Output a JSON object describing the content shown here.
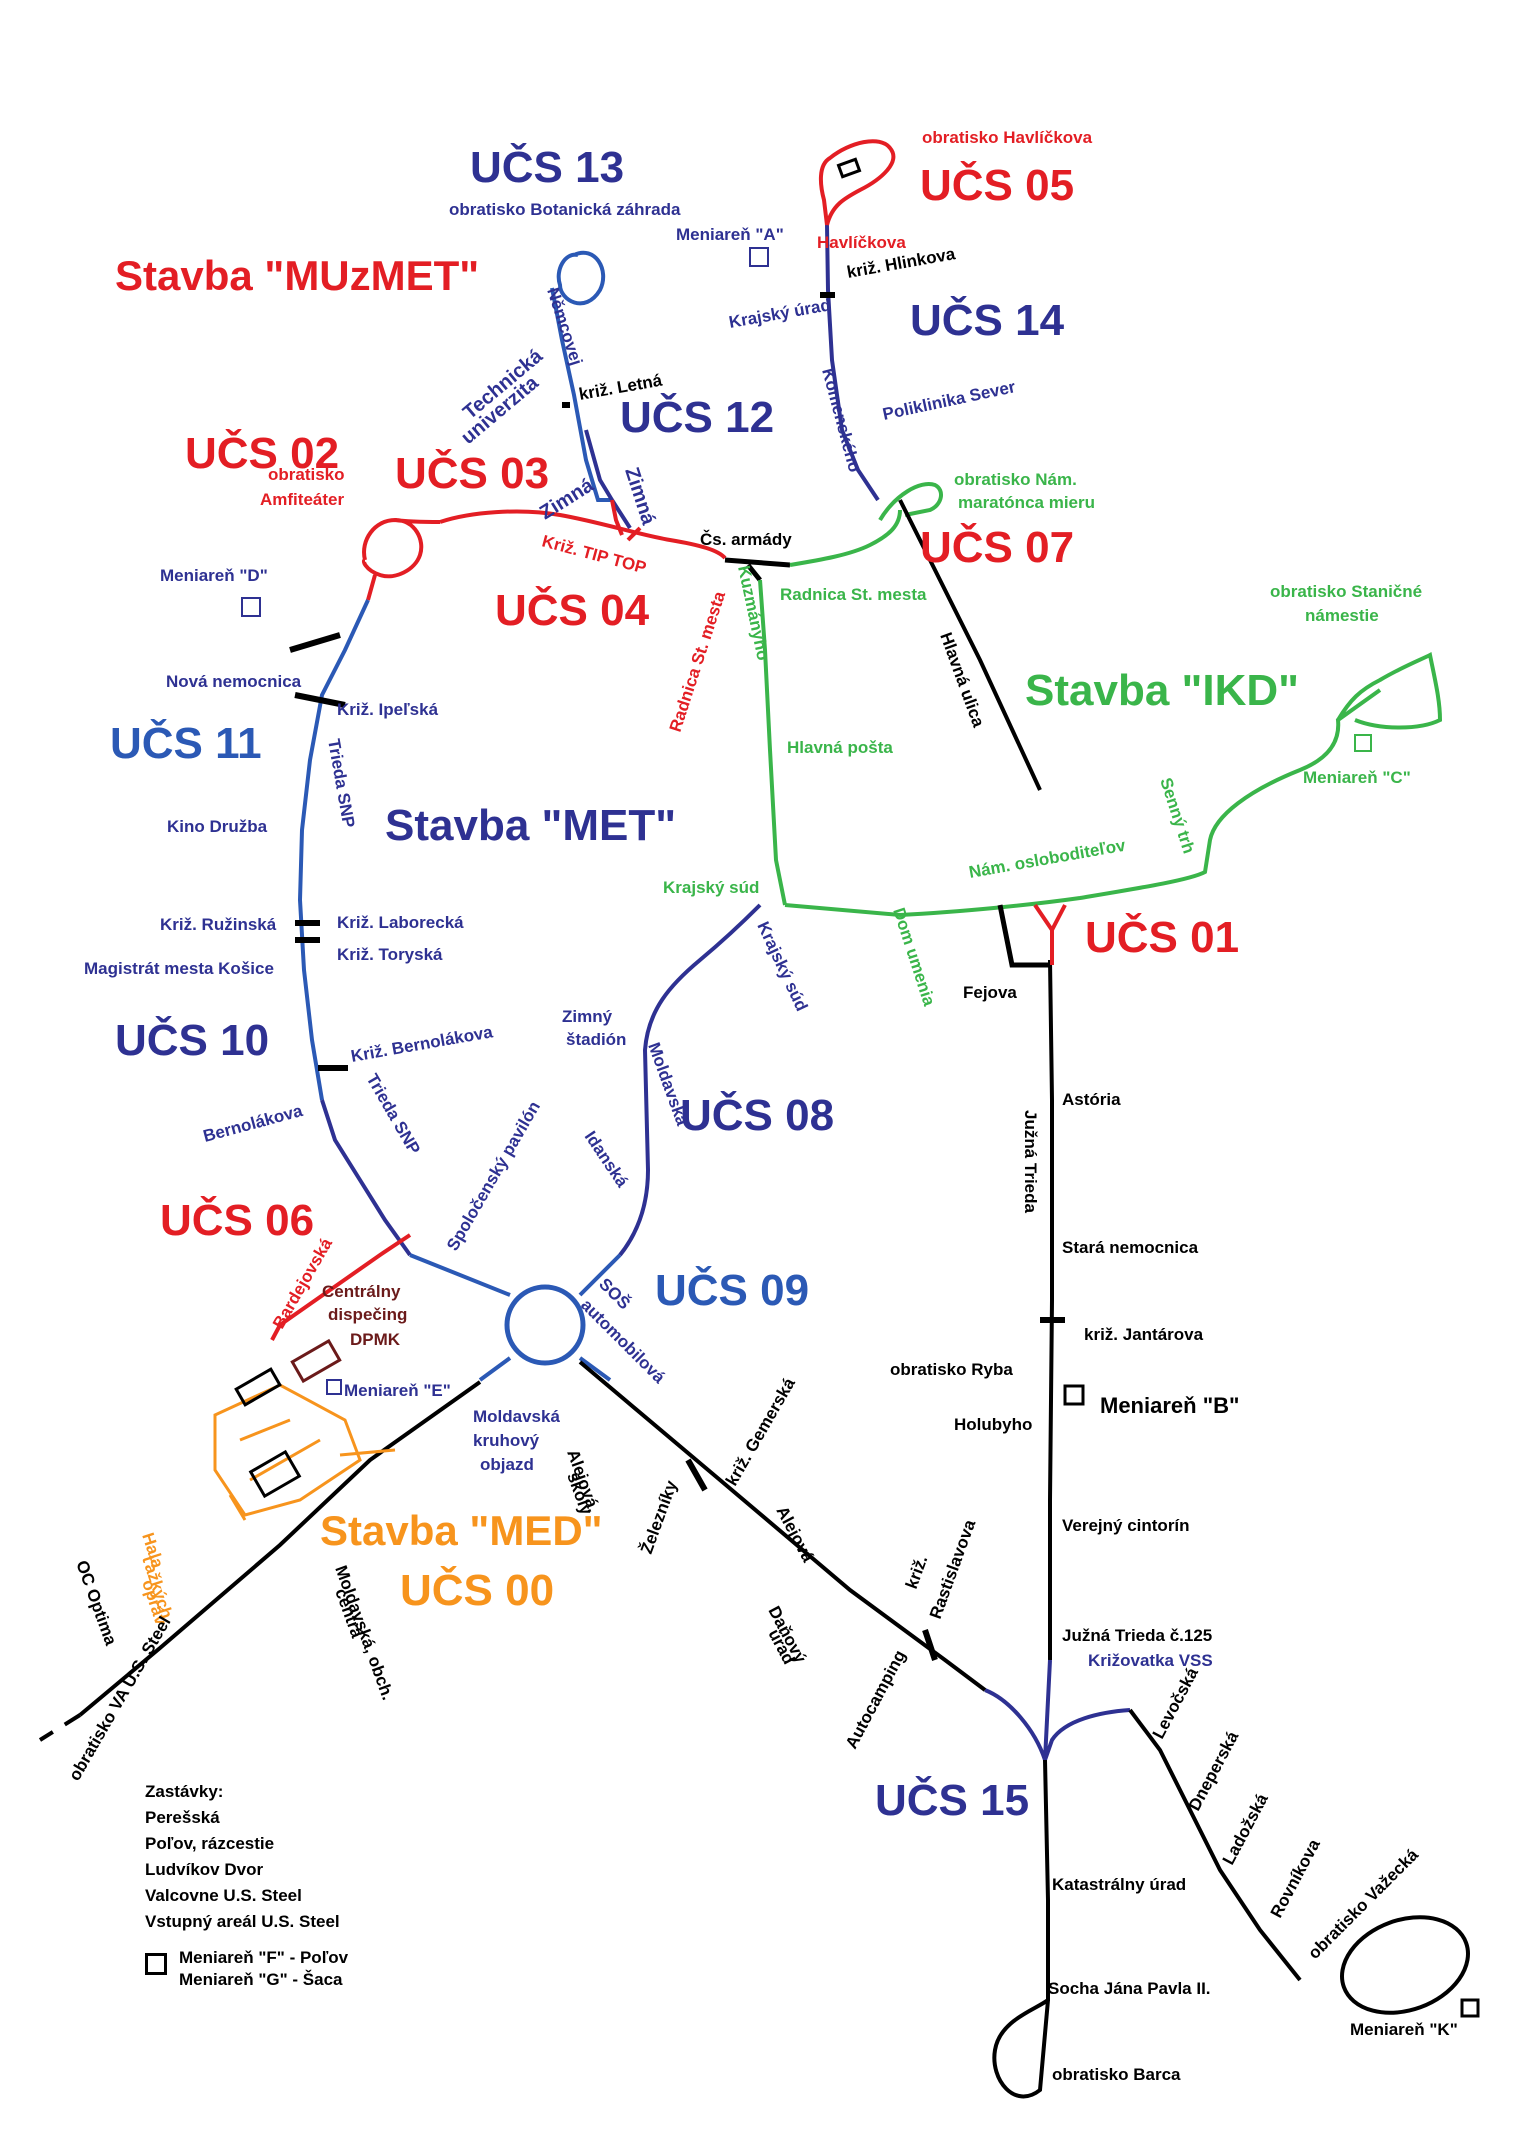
{
  "colors": {
    "blue": "#2b59b5",
    "navy": "#2e3192",
    "red": "#e31e24",
    "green": "#3ab54a",
    "black": "#000000",
    "orange": "#f7941d",
    "maroon": "#6b1a1a"
  },
  "lines": {
    "blue_north": [
      [
        574,
        287
      ],
      [
        580,
        263
      ],
      [
        560,
        248
      ],
      [
        548,
        262
      ],
      [
        556,
        290
      ],
      [
        576,
        360
      ],
      [
        590,
        420
      ],
      [
        600,
        470
      ],
      [
        610,
        490
      ]
    ],
    "navy_met": [
      [
        610,
        490
      ],
      [
        640,
        540
      ],
      [
        690,
        555
      ],
      [
        650,
        520
      ]
    ],
    "red_ucs03": [
      [
        365,
        560
      ],
      [
        380,
        520
      ],
      [
        420,
        510
      ],
      [
        440,
        515
      ],
      [
        470,
        510
      ],
      [
        540,
        508
      ],
      [
        600,
        525
      ],
      [
        640,
        540
      ],
      [
        690,
        555
      ],
      [
        725,
        565
      ]
    ],
    "black_csarmady": [
      [
        725,
        565
      ],
      [
        760,
        565
      ],
      [
        790,
        565
      ]
    ],
    "blue_ucs11": [
      [
        365,
        560
      ],
      [
        340,
        610
      ],
      [
        320,
        660
      ],
      [
        305,
        700
      ],
      [
        300,
        750
      ],
      [
        300,
        800
      ],
      [
        300,
        850
      ],
      [
        305,
        900
      ],
      [
        310,
        950
      ],
      [
        316,
        1000
      ],
      [
        322,
        1050
      ],
      [
        330,
        1100
      ],
      [
        350,
        1140
      ],
      [
        370,
        1170
      ],
      [
        395,
        1200
      ],
      [
        410,
        1220
      ]
    ],
    "navy_ucs10": [
      [
        322,
        1050
      ],
      [
        330,
        1100
      ],
      [
        350,
        1140
      ],
      [
        370,
        1170
      ],
      [
        395,
        1200
      ],
      [
        410,
        1220
      ]
    ],
    "navy_komenskeho": [
      [
        827,
        245
      ],
      [
        827,
        290
      ],
      [
        830,
        350
      ],
      [
        840,
        400
      ],
      [
        880,
        450
      ],
      [
        900,
        490
      ]
    ],
    "black_hlavna": [
      [
        900,
        490
      ],
      [
        920,
        550
      ],
      [
        960,
        650
      ],
      [
        1040,
        790
      ]
    ],
    "green_ikd": [
      [
        790,
        565
      ],
      [
        870,
        545
      ],
      [
        900,
        525
      ],
      [
        930,
        495
      ]
    ],
    "green_kuzmanyho": [
      [
        760,
        580
      ],
      [
        760,
        650
      ],
      [
        765,
        750
      ],
      [
        780,
        860
      ],
      [
        785,
        905
      ]
    ],
    "green_south": [
      [
        785,
        905
      ],
      [
        900,
        915
      ],
      [
        1020,
        900
      ],
      [
        1100,
        890
      ],
      [
        1200,
        870
      ],
      [
        1210,
        815
      ],
      [
        1260,
        775
      ],
      [
        1300,
        760
      ]
    ],
    "navy_krajsky": [
      [
        755,
        910
      ],
      [
        700,
        960
      ],
      [
        650,
        1000
      ],
      [
        645,
        1050
      ],
      [
        645,
        1150
      ],
      [
        620,
        1215
      ],
      [
        575,
        1255
      ],
      [
        560,
        1270
      ]
    ],
    "black_juzna": [
      [
        1050,
        960
      ],
      [
        1050,
        1100
      ],
      [
        1050,
        1300
      ],
      [
        1050,
        1500
      ],
      [
        1050,
        1650
      ],
      [
        1050,
        1700
      ]
    ],
    "navy_ucs15": [
      [
        1050,
        1700
      ],
      [
        1050,
        1800
      ],
      [
        1050,
        1900
      ],
      [
        1050,
        2000
      ],
      [
        1040,
        2080
      ]
    ],
    "black_aleje": [
      [
        590,
        1370
      ],
      [
        720,
        1480
      ],
      [
        850,
        1600
      ],
      [
        990,
        1700
      ],
      [
        1050,
        1750
      ]
    ],
    "black_vazecka": [
      [
        1130,
        1710
      ],
      [
        1170,
        1760
      ],
      [
        1200,
        1820
      ],
      [
        1250,
        1900
      ],
      [
        1300,
        1980
      ]
    ],
    "black_moldavska": [
      [
        540,
        1380
      ],
      [
        420,
        1470
      ],
      [
        280,
        1560
      ],
      [
        160,
        1660
      ],
      [
        80,
        1720
      ]
    ],
    "red_bardejovska": [
      [
        410,
        1225
      ],
      [
        370,
        1255
      ],
      [
        320,
        1290
      ],
      [
        275,
        1330
      ]
    ],
    "navy_idanska": [
      [
        560,
        1270
      ],
      [
        590,
        1230
      ],
      [
        620,
        1210
      ],
      [
        645,
        1150
      ]
    ]
  },
  "sections": [
    {
      "label": "UČS 13",
      "color": "navy",
      "size": "big"
    },
    {
      "label": "UČS 05",
      "color": "red",
      "size": "big"
    },
    {
      "label": "Stavba \"MUzMET\"",
      "color": "red",
      "size": "big"
    },
    {
      "label": "UČS 14",
      "color": "navy",
      "size": "big"
    },
    {
      "label": "UČS 12",
      "color": "navy",
      "size": "big"
    },
    {
      "label": "UČS 02",
      "color": "red",
      "size": "big"
    },
    {
      "label": "UČS 03",
      "color": "red",
      "size": "big"
    },
    {
      "label": "UČS 07",
      "color": "red",
      "size": "big"
    },
    {
      "label": "UČS 04",
      "color": "red",
      "size": "big"
    },
    {
      "label": "Stavba \"IKD\"",
      "color": "green",
      "size": "big"
    },
    {
      "label": "UČS 11",
      "color": "blue",
      "size": "big"
    },
    {
      "label": "Stavba \"MET\"",
      "color": "navy",
      "size": "big"
    },
    {
      "label": "UČS 01",
      "color": "red",
      "size": "big"
    },
    {
      "label": "UČS 10",
      "color": "navy",
      "size": "big"
    },
    {
      "label": "UČS 08",
      "color": "navy",
      "size": "big"
    },
    {
      "label": "UČS 06",
      "color": "red",
      "size": "big"
    },
    {
      "label": "UČS 09",
      "color": "blue",
      "size": "big"
    },
    {
      "label": "Stavba \"MED\"",
      "color": "orange",
      "size": "big"
    },
    {
      "label": "UČS 00",
      "color": "orange",
      "size": "big"
    },
    {
      "label": "UČS 15",
      "color": "navy",
      "size": "big"
    }
  ],
  "stops": [
    {
      "label": "obratisko Havlíčkova",
      "color": "red"
    },
    {
      "label": "obratisko Botanická záhrada",
      "color": "navy"
    },
    {
      "label": "Meniareň \"A\"",
      "color": "navy"
    },
    {
      "label": "Havlíčkova",
      "color": "red"
    },
    {
      "label": "križ. Hlinkova",
      "color": "black"
    },
    {
      "label": "Krajský úrad",
      "color": "navy"
    },
    {
      "label": "Komenského",
      "color": "navy"
    },
    {
      "label": "Poliklinika Sever",
      "color": "navy"
    },
    {
      "label": "Němcovej",
      "color": "navy"
    },
    {
      "label": "Technická",
      "color": "navy"
    },
    {
      "label": "univerzita",
      "color": "navy"
    },
    {
      "label": "križ. Letná",
      "color": "black"
    },
    {
      "label": "Zimná",
      "color": "navy"
    },
    {
      "label": "Zimná",
      "color": "navy"
    },
    {
      "label": "obratisko",
      "color": "red"
    },
    {
      "label": "Amfiteáter",
      "color": "red"
    },
    {
      "label": "Križ. TIP TOP",
      "color": "red"
    },
    {
      "label": "Čs. armády",
      "color": "black"
    },
    {
      "label": "obratisko Nám.",
      "color": "green"
    },
    {
      "label": "maratónca mieru",
      "color": "green"
    },
    {
      "label": "Meniareň \"D\"",
      "color": "navy"
    },
    {
      "label": "Radnica St. mesta",
      "color": "green"
    },
    {
      "label": "Radnica St. mesta",
      "color": "red"
    },
    {
      "label": "Kuzmányho",
      "color": "green"
    },
    {
      "label": "Hlavná ulica",
      "color": "black"
    },
    {
      "label": "obratisko Staničné",
      "color": "green"
    },
    {
      "label": "námestie",
      "color": "green"
    },
    {
      "label": "Nová nemocnica",
      "color": "navy"
    },
    {
      "label": "Križ. Ipeľská",
      "color": "navy"
    },
    {
      "label": "Hlavná pošta",
      "color": "green"
    },
    {
      "label": "Meniareň \"C\"",
      "color": "green"
    },
    {
      "label": "Trieda SNP",
      "color": "navy"
    },
    {
      "label": "Kino Družba",
      "color": "navy"
    },
    {
      "label": "Senný trh",
      "color": "green"
    },
    {
      "label": "Nám. osloboditeľov",
      "color": "green"
    },
    {
      "label": "Krajský súd",
      "color": "green"
    },
    {
      "label": "Križ. Ružinská",
      "color": "navy"
    },
    {
      "label": "Križ. Laborecká",
      "color": "navy"
    },
    {
      "label": "Križ. Toryská",
      "color": "navy"
    },
    {
      "label": "Magistrát mesta Košice",
      "color": "navy"
    },
    {
      "label": "Dom umenia",
      "color": "green"
    },
    {
      "label": "Fejova",
      "color": "black"
    },
    {
      "label": "Krajský súd",
      "color": "navy"
    },
    {
      "label": "Zimný",
      "color": "navy"
    },
    {
      "label": "štadión",
      "color": "navy"
    },
    {
      "label": "Križ. Bernolákova",
      "color": "navy"
    },
    {
      "label": "Moldavská",
      "color": "navy"
    },
    {
      "label": "Astória",
      "color": "black"
    },
    {
      "label": "Bernolákova",
      "color": "navy"
    },
    {
      "label": "Trieda SNP",
      "color": "navy"
    },
    {
      "label": "Južná Trieda",
      "color": "black"
    },
    {
      "label": "Spoločenský pavilón",
      "color": "navy"
    },
    {
      "label": "Idanská",
      "color": "navy"
    },
    {
      "label": "Stará nemocnica",
      "color": "black"
    },
    {
      "label": "Bardejovská",
      "color": "red"
    },
    {
      "label": "Centrálny",
      "color": "maroon"
    },
    {
      "label": "dispečing",
      "color": "maroon"
    },
    {
      "label": "DPMK",
      "color": "maroon"
    },
    {
      "label": "SOŠ",
      "color": "navy"
    },
    {
      "label": "automobilová",
      "color": "navy"
    },
    {
      "label": "križ. Jantárova",
      "color": "black"
    },
    {
      "label": "obratisko Ryba",
      "color": "black"
    },
    {
      "label": "Meniareň \"E\"",
      "color": "navy"
    },
    {
      "label": "Moldavská",
      "color": "navy"
    },
    {
      "label": "kruhový",
      "color": "navy"
    },
    {
      "label": "objazd",
      "color": "navy"
    },
    {
      "label": "Holubyho",
      "color": "black"
    },
    {
      "label": "Meniareň \"B\"",
      "color": "black"
    },
    {
      "label": "Alejová,",
      "color": "black"
    },
    {
      "label": "školy",
      "color": "black"
    },
    {
      "label": "križ. Gemerská",
      "color": "black"
    },
    {
      "label": "Alejová",
      "color": "black"
    },
    {
      "label": "Verejný cintorín",
      "color": "black"
    },
    {
      "label": "Hala",
      "color": "orange"
    },
    {
      "label": "ťažkých",
      "color": "orange"
    },
    {
      "label": "opráv",
      "color": "orange"
    },
    {
      "label": "Železníky",
      "color": "black"
    },
    {
      "label": "OC Optima",
      "color": "black"
    },
    {
      "label": "Moldavská, obch.",
      "color": "black"
    },
    {
      "label": "centrá",
      "color": "black"
    },
    {
      "label": "Daňový",
      "color": "black"
    },
    {
      "label": "úrad",
      "color": "black"
    },
    {
      "label": "križ.",
      "color": "black"
    },
    {
      "label": "Rastislavova",
      "color": "black"
    },
    {
      "label": "Južná Trieda č.125",
      "color": "black"
    },
    {
      "label": "Križovatka VSS",
      "color": "navy"
    },
    {
      "label": "obratisko VA U.S. Steel",
      "color": "black"
    },
    {
      "label": "Autocamping",
      "color": "black"
    },
    {
      "label": "Levočská",
      "color": "black"
    },
    {
      "label": "Dneperská",
      "color": "black"
    },
    {
      "label": "Ladožská",
      "color": "black"
    },
    {
      "label": "Katastrálny úrad",
      "color": "black"
    },
    {
      "label": "Rovníkova",
      "color": "black"
    },
    {
      "label": "obratisko Važecká",
      "color": "black"
    },
    {
      "label": "Socha Jána Pavla II.",
      "color": "black"
    },
    {
      "label": "Meniareň \"K\"",
      "color": "black"
    },
    {
      "label": "obratisko Barca",
      "color": "black"
    }
  ],
  "legend": {
    "heading": "Zastávky:",
    "items": [
      "Perešská",
      "Poľov, rázcestie",
      "Ludvíkov Dvor",
      "Valcovne U.S. Steel",
      "Vstupný areál U.S. Steel"
    ],
    "box_line1": "Meniareň \"F\" - Poľov",
    "box_line2": "Meniareň \"G\" - Šaca"
  }
}
